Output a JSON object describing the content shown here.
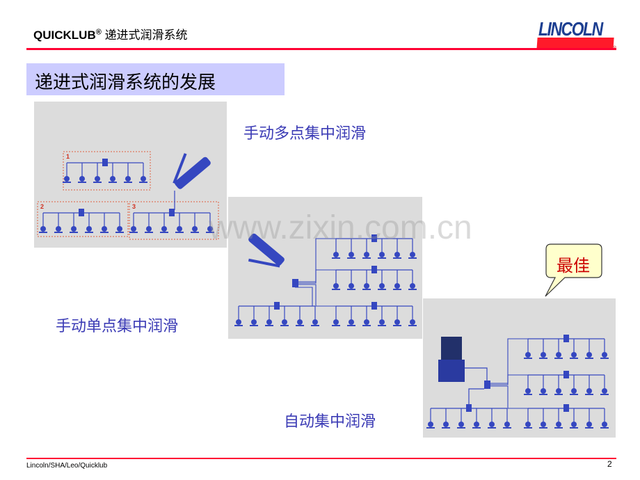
{
  "header": {
    "brand": "QUICKLUB",
    "reg": "®",
    "subtitle": "递进式润滑系统"
  },
  "logo": {
    "text": "LINCOLN",
    "reg": "®"
  },
  "title": "递进式润滑系统的发展",
  "labels": {
    "manual_multi": "手动多点集中润滑",
    "manual_single": "手动单点集中润滑",
    "automatic": "自动集中润滑"
  },
  "callout": "最佳",
  "watermark": "www.zixin.com.cn",
  "footer": {
    "path": "Lincoln/SHA/Leo/Quicklub",
    "page": "2"
  },
  "diagram_numbers": [
    "1",
    "2",
    "3"
  ],
  "colors": {
    "accent": "#ff0033",
    "title_bg": "#ccccff",
    "diagram_blue": "#3547c0",
    "label_blue": "#3b3bb5"
  }
}
